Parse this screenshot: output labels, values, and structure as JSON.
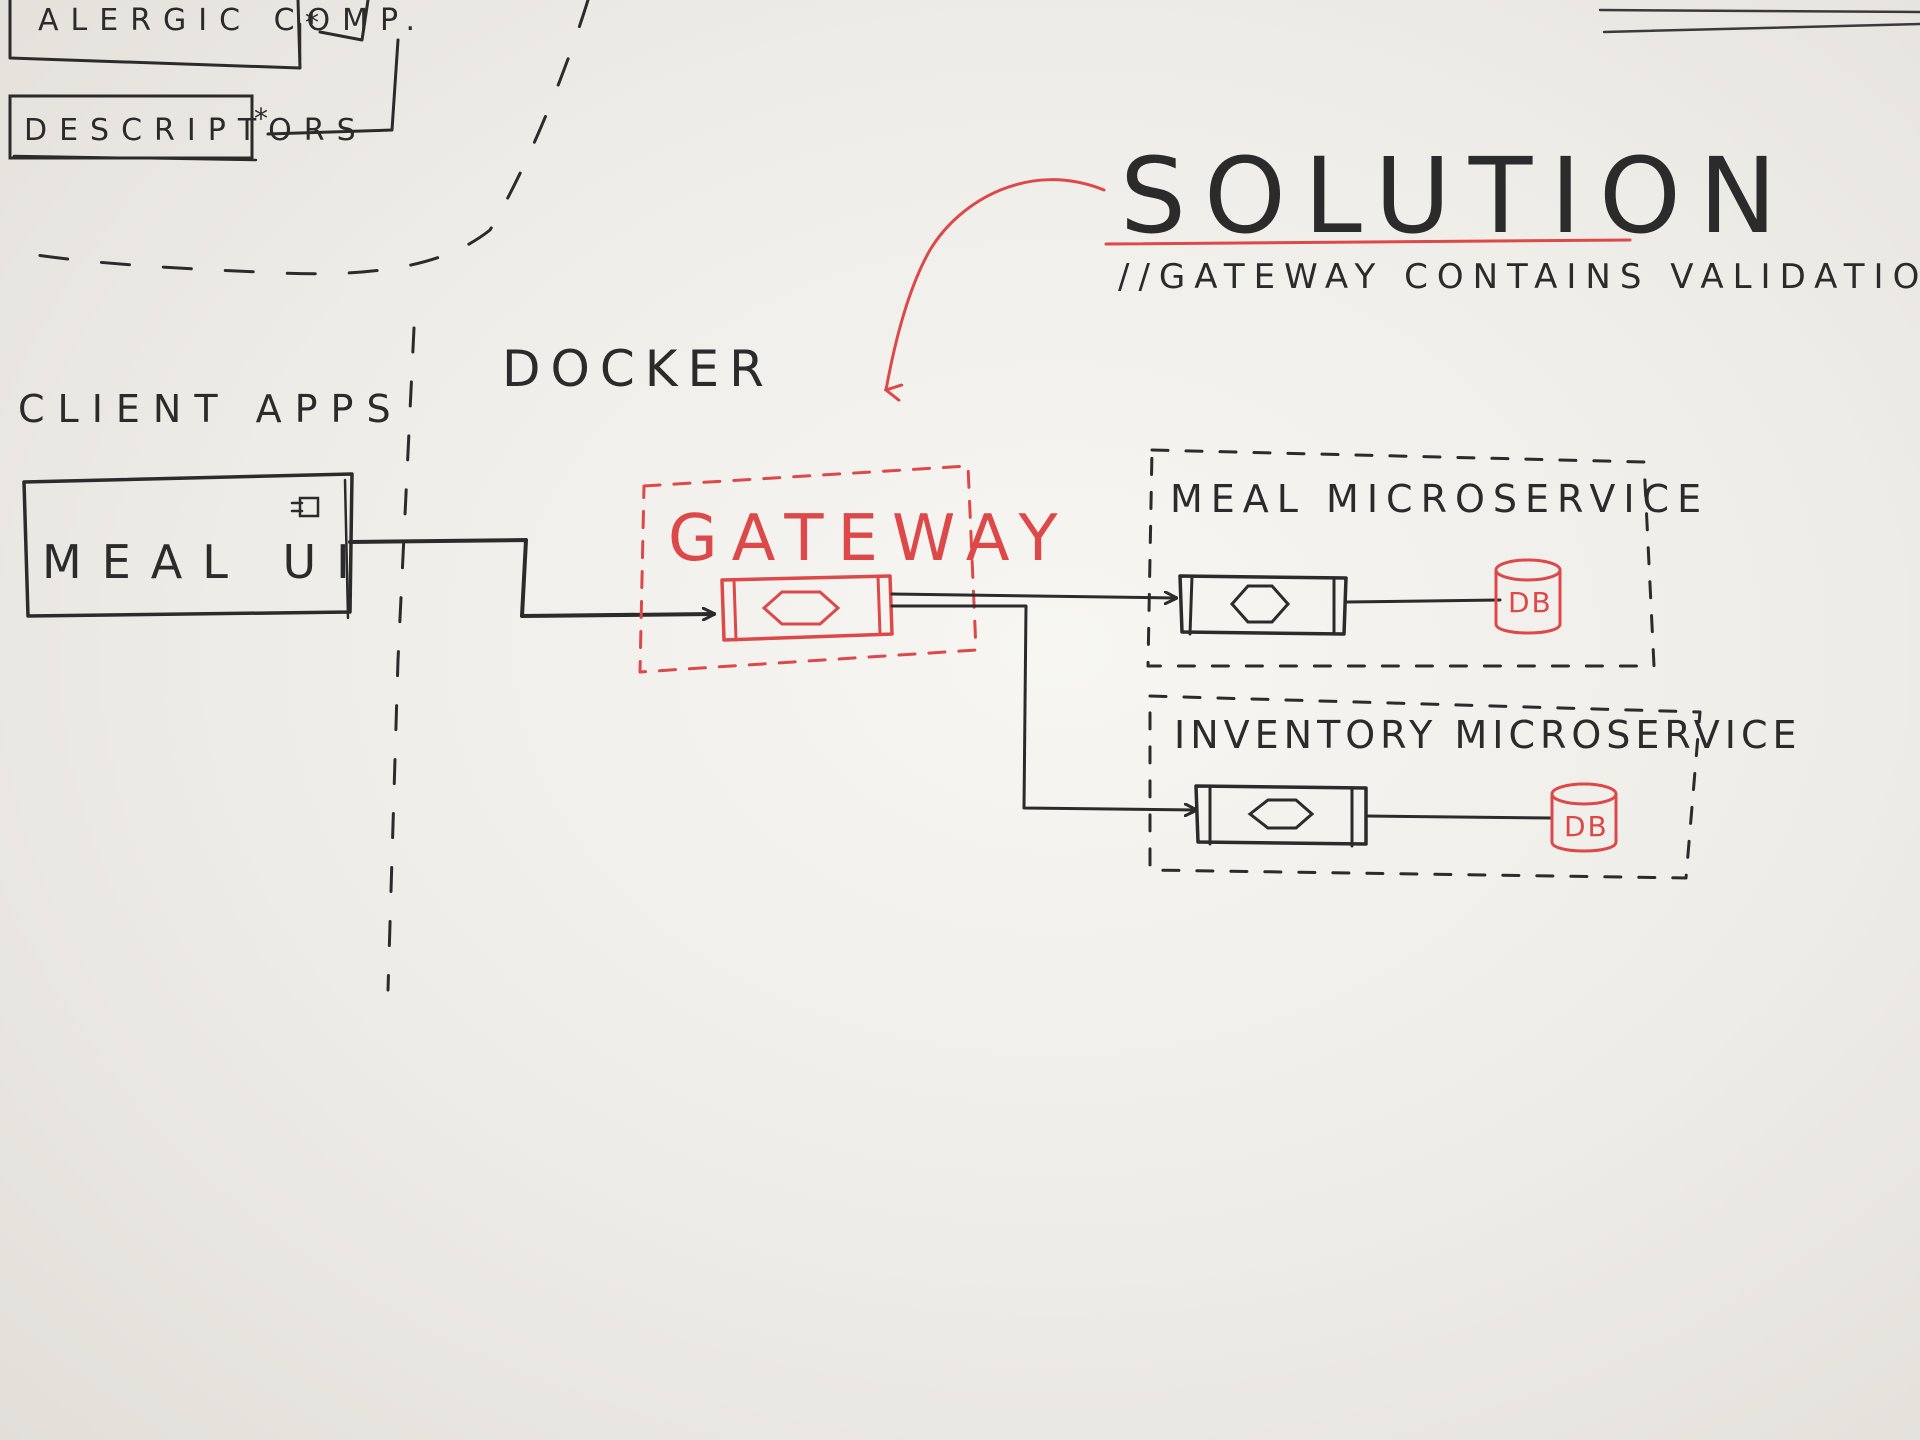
{
  "top_left_boxes": {
    "allergic_label": "ALERGIC COMP.",
    "allergic_marker": "*",
    "descriptors_label": "DESCRIPTORS",
    "descriptors_marker": "*"
  },
  "solution": {
    "title": "SOLUTION",
    "subtitle": "//GATEWAY CONTAINS VALIDATIONS."
  },
  "zones": {
    "client_apps": "CLIENT APPS",
    "docker": "DOCKER"
  },
  "client": {
    "meal_ui": "MEAL UI"
  },
  "gateway": {
    "label": "GATEWAY"
  },
  "meal_service": {
    "label": "MEAL MICROSERVICE",
    "db": "DB"
  },
  "inventory_service": {
    "label": "INVENTORY MICROSERVICE",
    "db": "DB"
  },
  "colors": {
    "ink_black": "#2c2b2b",
    "ink_red": "#dd4848",
    "board": "#f3f2ef"
  }
}
